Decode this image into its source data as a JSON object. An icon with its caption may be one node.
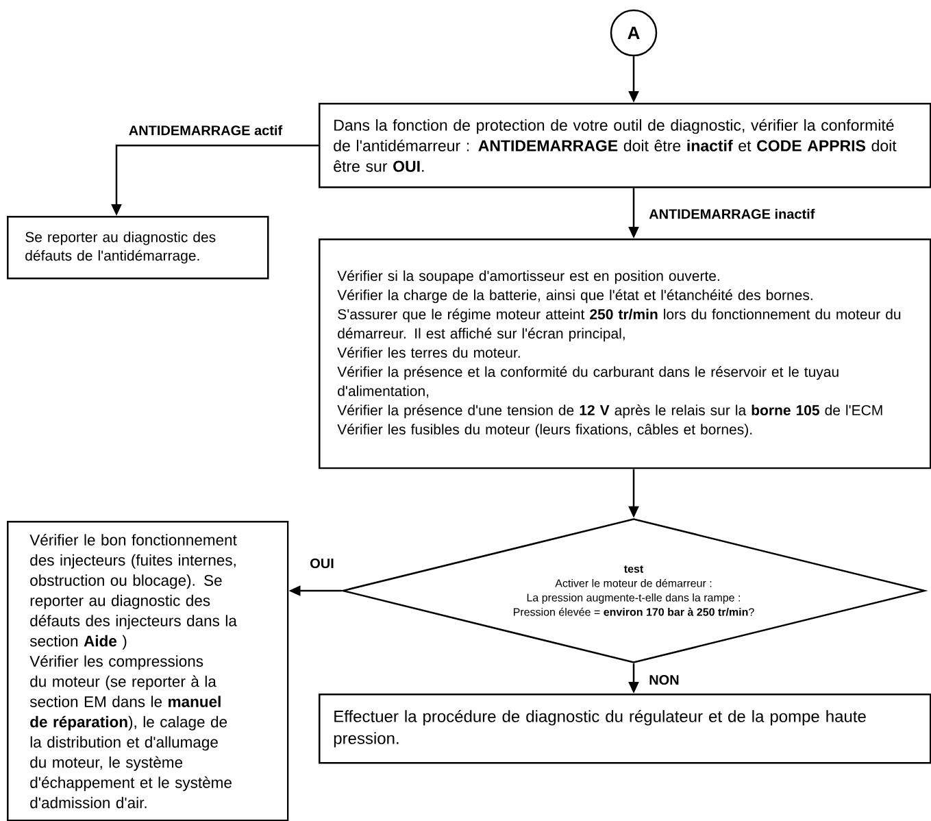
{
  "diagram": {
    "nodes": [
      {
        "text": [
          "A"
        ]
      },
      {
        "text": [
          "Dans la fonction de protection de votre outil de diagnostic, vérifier la conformité de l'antidémarreur : **ANTIDEMARRAGE** doit être **inactif** et **CODE APPRIS** doit être sur **OUI**."
        ]
      },
      {
        "text": [
          "Se reporter au diagnostic des défauts de l'antidémarrage."
        ]
      },
      {
        "text": [
          "Vérifier si la soupape d'amortisseur est en position ouverte.",
          "Vérifier la charge de la batterie, ainsi que l'état et l'étanchéité des bornes.",
          "S'assurer que le régime moteur atteint **250 tr/min** lors du fonctionnement du moteur du démarreur. Il est affiché sur l'écran principal,",
          "Vérifier les terres du moteur.",
          "Vérifier la présence et la conformité du carburant dans le réservoir et le tuyau d'alimentation,",
          "Vérifier la présence d'une tension de **12 V** après le relais sur la **borne 105** de l'ECM",
          "Vérifier les fusibles du moteur (leurs fixations, câbles et bornes)."
        ]
      },
      {
        "text": [
          "test",
          "Activer le moteur de démarreur :",
          "La pression augmente-t-elle dans la rampe :",
          "Pression élevée = **environ 170 bar à 250 tr/min**?"
        ]
      },
      {
        "text": [
          "Vérifier le bon fonctionnement des injecteurs (fuites internes, obstruction ou blocage). Se reporter au diagnostic des défauts des injecteurs dans la section **Aide** )",
          "Vérifier les compressions du moteur (se reporter à la section EM dans le **manuel de réparation**), le calage de la distribution et d'allumage du moteur, le système d'échappement et le système d'admission d'air."
        ]
      },
      {
        "text": [
          "Effectuer la procédure de diagnostic du régulateur et de la pompe haute pression."
        ]
      }
    ],
    "edges": [
      {
        "from": 0,
        "to": 1,
        "arrow": "to"
      },
      {
        "from": 1,
        "to": 2,
        "arrow": "to",
        "label": "ANTIDEMARRAGE actif"
      },
      {
        "from": 1,
        "to": 3,
        "arrow": "to",
        "label": "ANTIDEMARRAGE inactif"
      },
      {
        "from": 3,
        "to": 4,
        "arrow": "to"
      },
      {
        "from": 4,
        "to": 5,
        "arrow": "to",
        "label": "OUI"
      },
      {
        "from": 4,
        "to": 6,
        "arrow": "to",
        "label": "NON"
      }
    ]
  }
}
